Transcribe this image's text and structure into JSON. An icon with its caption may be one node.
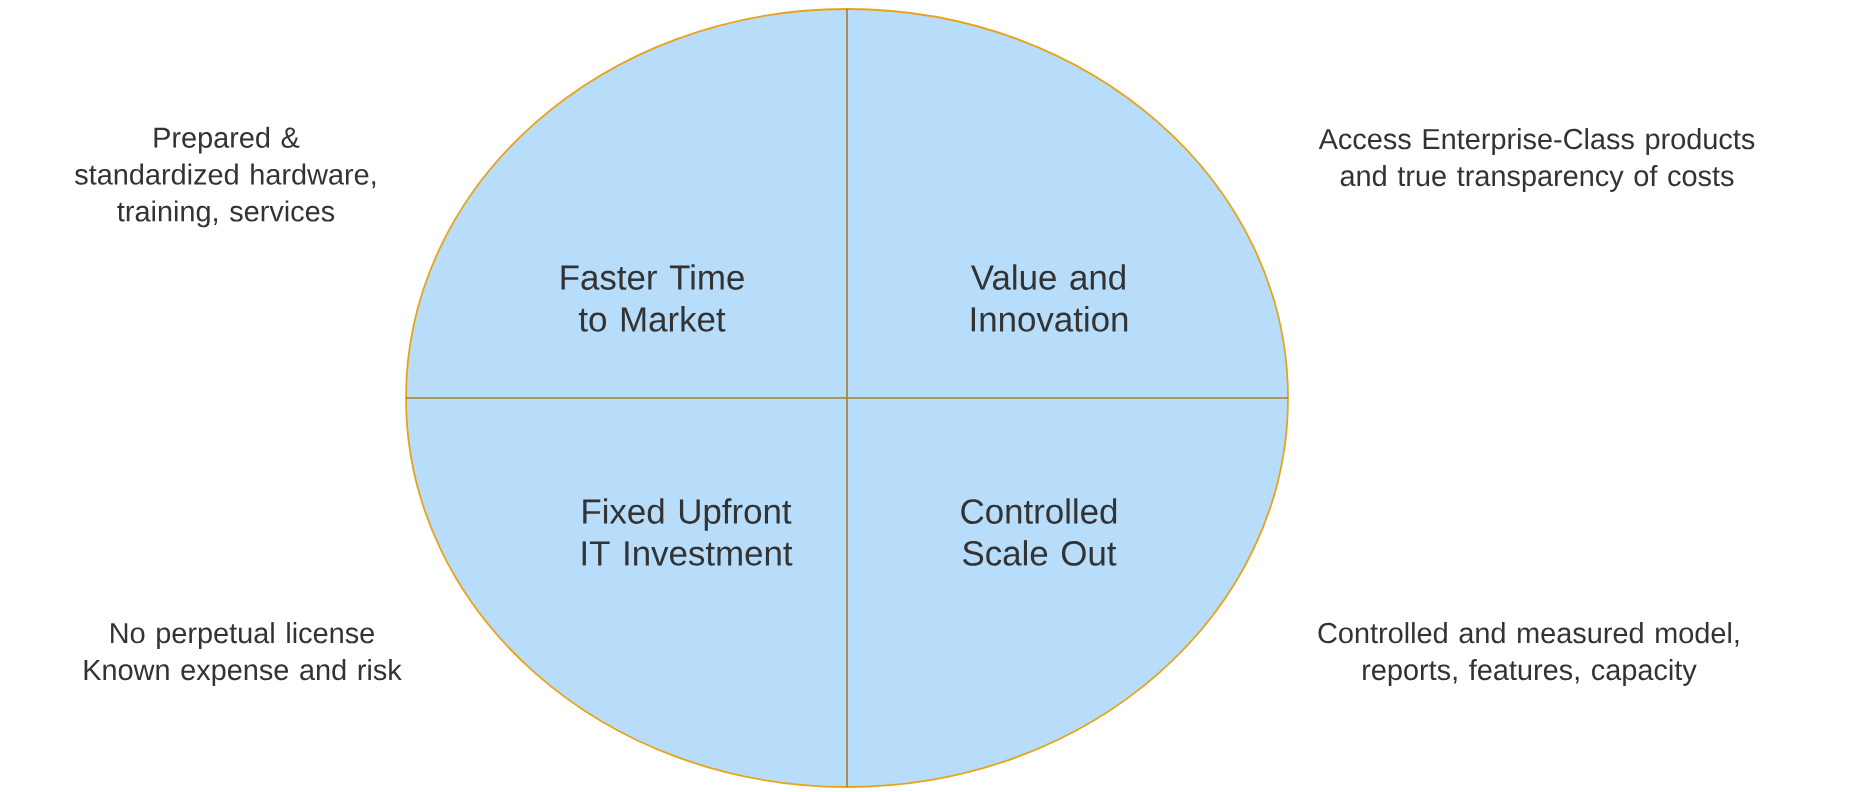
{
  "diagram": {
    "nodes": [
      {
        "text": [
          "Faster Time to Market"
        ]
      },
      {
        "text": [
          "Value and Innovation"
        ]
      },
      {
        "text": [
          "Fixed Upfront IT Investment"
        ]
      },
      {
        "text": [
          "Controlled Scale Out"
        ]
      }
    ],
    "labels": [
      "Prepared & standardized hardware, training, services",
      "Access Enterprise-Class products and true transparency of costs",
      "No perpetual license Known expense and risk",
      "Controlled and measured model, reports, features, capacity"
    ]
  }
}
